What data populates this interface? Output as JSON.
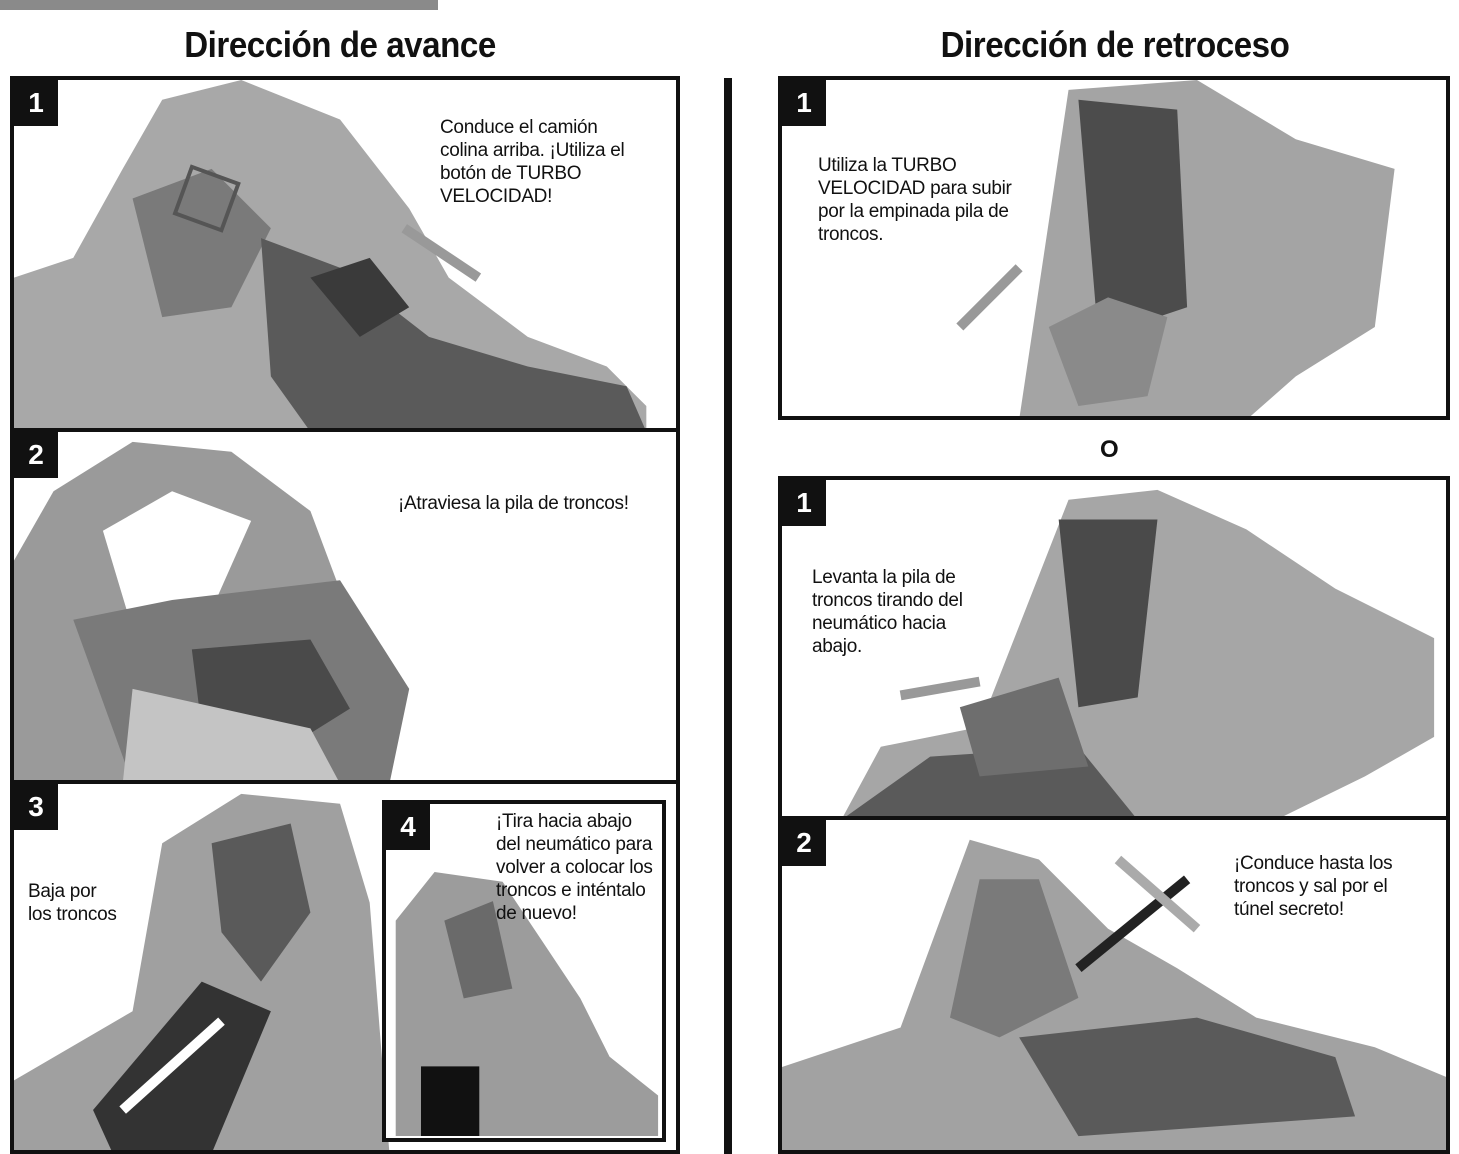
{
  "forward": {
    "heading": "Dirección de avance",
    "panels": [
      {
        "number": "1",
        "caption": "Conduce el camión\ncolina arriba. ¡Utiliza el\nbotón de TURBO\nVELOCIDAD!"
      },
      {
        "number": "2",
        "caption": "¡Atraviesa la pila de troncos!"
      },
      {
        "number": "3",
        "caption": "Baja por\nlos troncos"
      },
      {
        "number": "4",
        "caption": "¡Tira hacia abajo\ndel neumático para\nvolver a colocar los\ntroncos e inténtalo\nde nuevo!"
      }
    ]
  },
  "reverse": {
    "heading": "Dirección de retroceso",
    "or_label": "O",
    "panels": [
      {
        "number": "1",
        "caption": "Utiliza la TURBO\nVELOCIDAD para subir\npor la empinada pila de\ntroncos."
      },
      {
        "number": "1",
        "caption": "Levanta la pila de\ntroncos tirando del\nneumático hacia\nabajo."
      },
      {
        "number": "2",
        "caption": "¡Conduce hasta los\ntroncos y sal por el\ntúnel secreto!"
      }
    ]
  },
  "colors": {
    "ink": "#111111",
    "rock_light": "#b5b5b5",
    "rock_mid": "#8c8c8c",
    "rock_dark": "#4a4a4a",
    "tab": "#8a8a8a"
  }
}
